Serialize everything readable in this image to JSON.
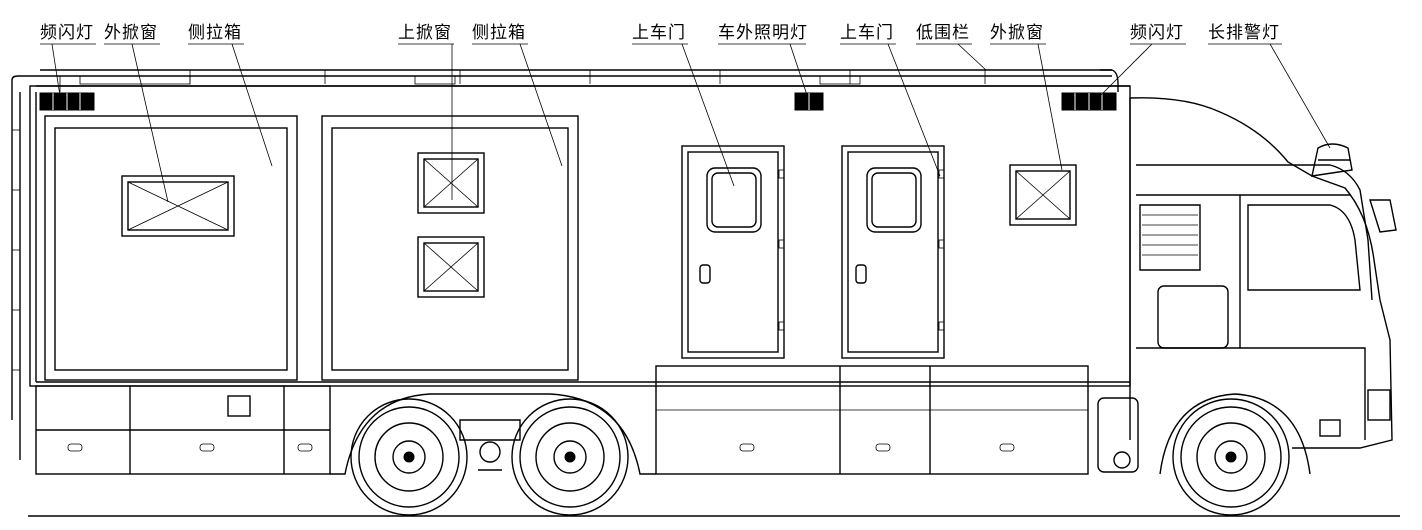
{
  "labels": {
    "strobe_light_rear": "频闪灯",
    "outer_window_rear": "外掀窗",
    "side_box_rear": "侧拉箱",
    "top_window": "上掀窗",
    "side_box_mid": "侧拉箱",
    "entry_door_1": "上车门",
    "exterior_light": "车外照明灯",
    "entry_door_2": "上车门",
    "low_rail": "低围栏",
    "outer_window_front": "外掀窗",
    "strobe_light_front": "频闪灯",
    "light_bar": "长排警灯"
  }
}
